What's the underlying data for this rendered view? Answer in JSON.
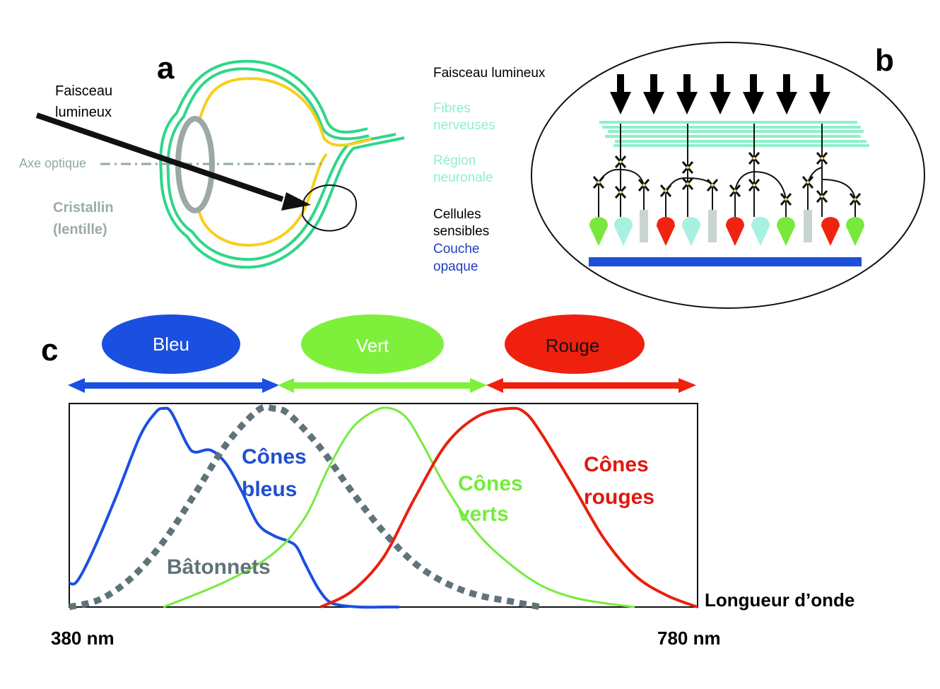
{
  "panels": {
    "a": {
      "letter": "a",
      "beam_label": [
        "Faisceau",
        "lumineux"
      ],
      "axis_label": "Axe optique",
      "lens_label": [
        "Cristallin",
        "(lentille)"
      ]
    },
    "b": {
      "letter": "b",
      "beam_label": "Faisceau lumineux",
      "fibres_label": [
        "Fibres",
        "nerveuses"
      ],
      "neuron_label": [
        "Région",
        "neuronale"
      ],
      "cells_label": [
        "Cellules",
        "sensibles"
      ],
      "opaque_label": [
        "Couche",
        "opaque"
      ],
      "arrow_count": 7,
      "receptors": [
        "green-cone",
        "cyan-cone",
        "rod",
        "red-cone",
        "cyan-cone",
        "rod",
        "red-cone",
        "cyan-cone",
        "green-cone",
        "rod",
        "red-cone",
        "green-cone"
      ]
    },
    "c": {
      "letter": "c",
      "bands": [
        {
          "label": "Bleu",
          "color": "#1a4fe0",
          "text_color": "#ffffff"
        },
        {
          "label": "Vert",
          "color": "#7ef03c",
          "text_color": "#ffffff"
        },
        {
          "label": "Rouge",
          "color": "#f0200e",
          "text_color": "#111111"
        }
      ]
    }
  },
  "colors": {
    "sclera": "#2fd68a",
    "retina": "#f8cf1a",
    "lens": "#9aa8a8",
    "axis": "#8faaa8",
    "fibres": "#8ef0c8",
    "cyan_cone": "#a8f0e0",
    "green_cone": "#78e83c",
    "red_cone": "#ee2410",
    "rod": "#c8d4d0",
    "opaque": "#1e4fd8",
    "blue_label": "#1f4fd0"
  },
  "chart_data": {
    "type": "line",
    "title": "",
    "xlabel": "Longueur d’onde",
    "ylabel": "",
    "x_tick_labels": [
      "380 nm",
      "780 nm"
    ],
    "xlim": [
      380,
      780
    ],
    "ylim": [
      0,
      1
    ],
    "grid": false,
    "series": [
      {
        "name": "Cônes bleus",
        "label_lines": [
          "Cônes",
          "bleus"
        ],
        "color": "#1a4fe0",
        "style": "solid",
        "x": [
          380,
          385,
          395,
          410,
          425,
          435,
          440,
          445,
          455,
          460,
          470,
          480,
          490,
          500,
          510,
          520,
          525,
          530,
          538,
          545,
          552,
          565,
          580,
          590
        ],
        "y": [
          0.12,
          0.13,
          0.28,
          0.56,
          0.86,
          0.98,
          1.0,
          0.98,
          0.82,
          0.78,
          0.79,
          0.72,
          0.58,
          0.42,
          0.36,
          0.33,
          0.3,
          0.22,
          0.1,
          0.03,
          0.01,
          0.0,
          0.0,
          0.0
        ]
      },
      {
        "name": "Bâtonnets",
        "label_lines": [
          "Bâtonnets"
        ],
        "color": "#5f7378",
        "style": "dashed",
        "x": [
          380,
          400,
          420,
          440,
          460,
          480,
          500,
          510,
          520,
          540,
          560,
          580,
          600,
          620,
          640,
          660,
          680
        ],
        "y": [
          0.0,
          0.04,
          0.15,
          0.33,
          0.57,
          0.82,
          0.99,
          1.0,
          0.97,
          0.8,
          0.58,
          0.38,
          0.22,
          0.12,
          0.06,
          0.03,
          0.0
        ]
      },
      {
        "name": "Cônes verts",
        "label_lines": [
          "Cônes",
          "verts"
        ],
        "color": "#74ec3c",
        "style": "solid",
        "x": [
          440,
          480,
          510,
          530,
          545,
          560,
          575,
          585,
          595,
          605,
          620,
          640,
          660,
          680,
          700,
          720,
          740
        ],
        "y": [
          0.0,
          0.13,
          0.27,
          0.45,
          0.7,
          0.9,
          0.99,
          1.0,
          0.95,
          0.82,
          0.6,
          0.37,
          0.22,
          0.11,
          0.05,
          0.02,
          0.0
        ]
      },
      {
        "name": "Cônes rouges",
        "label_lines": [
          "Cônes",
          "rouges"
        ],
        "color": "#e8200e",
        "style": "solid",
        "x": [
          540,
          560,
          580,
          600,
          620,
          640,
          660,
          670,
          680,
          700,
          720,
          740,
          760,
          780
        ],
        "y": [
          0.0,
          0.08,
          0.25,
          0.55,
          0.82,
          0.96,
          1.0,
          0.98,
          0.88,
          0.62,
          0.35,
          0.16,
          0.06,
          0.0
        ]
      }
    ]
  }
}
